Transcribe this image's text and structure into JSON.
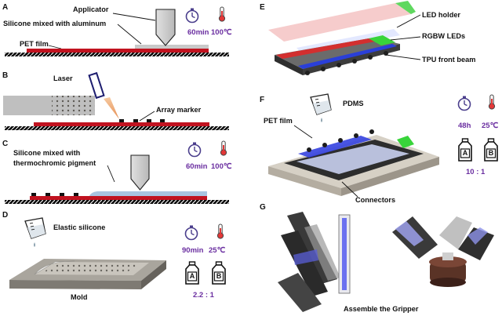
{
  "panels": {
    "a": {
      "letter": "A",
      "applicator_label": "Applicator",
      "silicone_label": "Silicone mixed with aluminum",
      "pet_label": "PET film",
      "time": "60min",
      "temp": "100℃"
    },
    "b": {
      "letter": "B",
      "laser_label": "Laser",
      "marker_label": "Array marker"
    },
    "c": {
      "letter": "C",
      "silicone_line1": "Silicone mixed with",
      "silicone_line2": "thermochromic pigment",
      "time": "60min",
      "temp": "100℃"
    },
    "d": {
      "letter": "D",
      "elastic_label": "Elastic silicone",
      "time": "90min",
      "temp": "25℃",
      "bottle_a": "A",
      "bottle_b": "B",
      "ratio": "2.2 : 1",
      "mold_label": "Mold"
    },
    "e": {
      "letter": "E",
      "led_holder_label": "LED holder",
      "leds_label": "RGBW LEDs",
      "beam_label": "TPU front beam"
    },
    "f": {
      "letter": "F",
      "pdms_label": "PDMS",
      "pet_label": "PET film",
      "connectors_label": "Connectors",
      "time": "48h",
      "temp": "25℃",
      "bottle_a": "A",
      "bottle_b": "B",
      "ratio": "10 : 1"
    },
    "g": {
      "letter": "G",
      "assemble_label": "Assemble the Gripper"
    }
  },
  "colors": {
    "pet_red": "#c1121f",
    "silicone_gray": "#c8c8c8",
    "thermo_blue": "#a8c4e0",
    "accent_purple": "#6a2ea0",
    "led_blue": "#2a3fd8",
    "led_green": "#38d43a",
    "led_red": "#d23a3a"
  },
  "icons": [
    "stopwatch-icon",
    "thermometer-icon",
    "beaker-icon",
    "bottle-icon",
    "applicator-icon",
    "laser-icon"
  ]
}
